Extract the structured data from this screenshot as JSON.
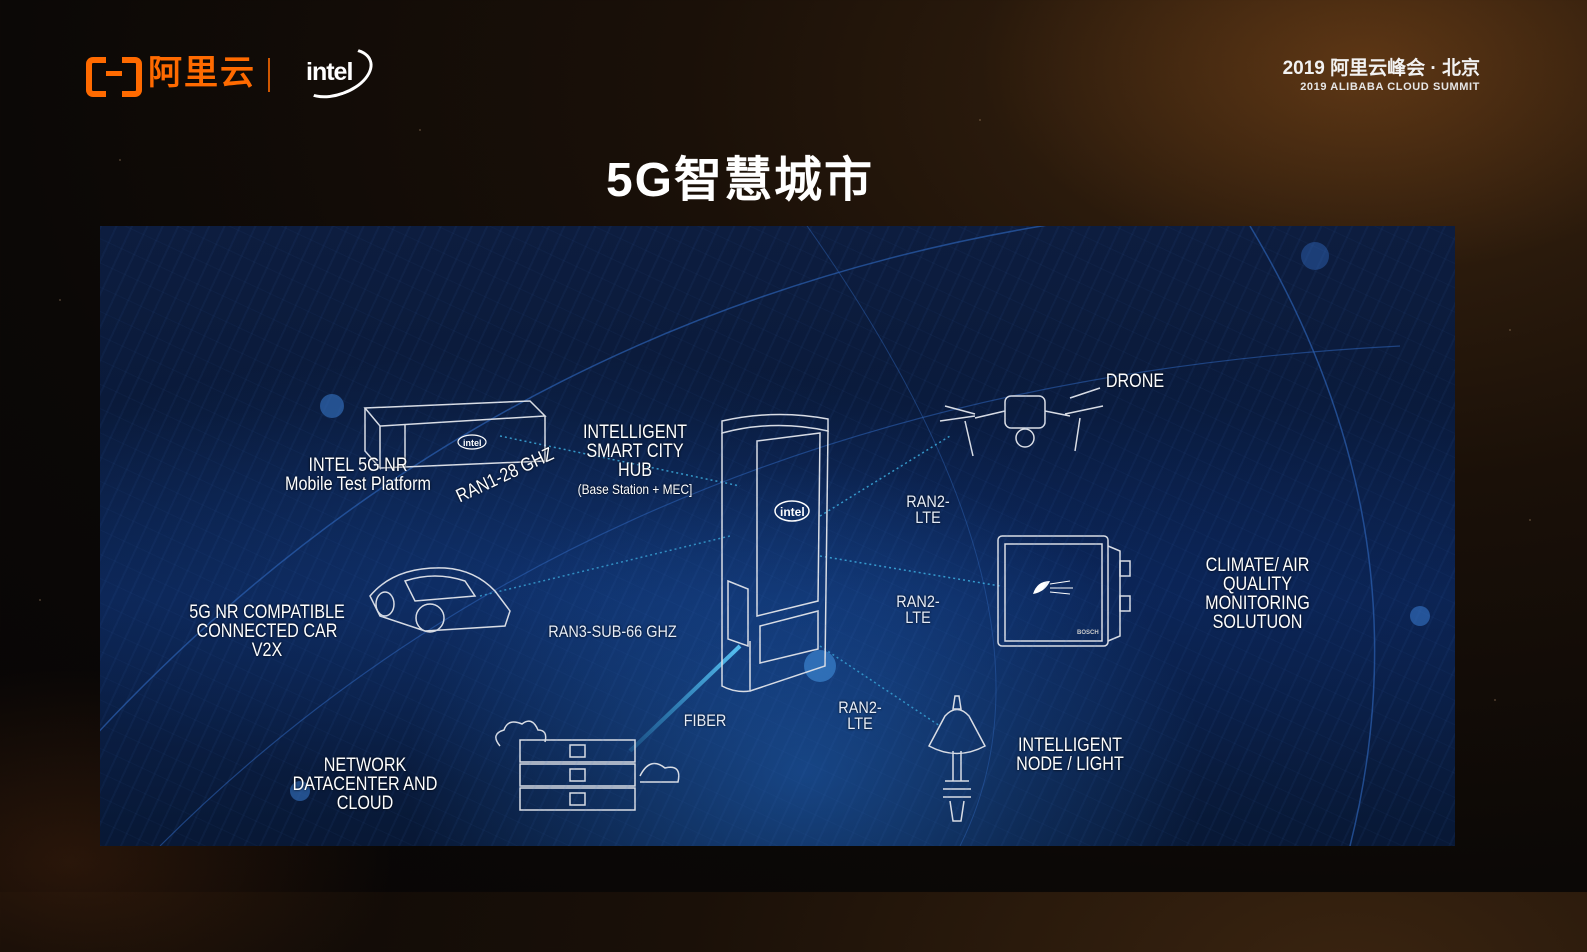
{
  "header": {
    "aliyun_logo_text": "阿里云",
    "intel_logo_text": "intel",
    "summit_cn": "2019 阿里云峰会 · 北京",
    "summit_en": "2019 ALIBABA CLOUD SUMMIT"
  },
  "slide": {
    "title": "5G智慧城市"
  },
  "diagram": {
    "nodes": {
      "mobile_test_platform": [
        "INTEL 5G NR",
        "Mobile Test Platform"
      ],
      "smart_city_hub": [
        "INTELLIGENT",
        "SMART CITY",
        "HUB"
      ],
      "smart_city_hub_sub": "(Base Station + MEC]",
      "drone": "DRONE",
      "connected_car": [
        "5G NR COMPATIBLE",
        "CONNECTED CAR",
        "V2X"
      ],
      "climate": [
        "CLIMATE/ AIR",
        "QUALITY",
        "MONITORING",
        "SOLUTUON"
      ],
      "datacenter": [
        "NETWORK",
        "DATACENTER AND",
        "CLOUD"
      ],
      "node_light": [
        "INTELLIGENT",
        "NODE / LIGHT"
      ]
    },
    "links": {
      "ran1": "RAN1-28 GHZ",
      "ran3": "RAN3-SUB-66 GHZ",
      "fiber": "FIBER",
      "ran2_drone": [
        "RAN2-",
        "LTE"
      ],
      "ran2_climate": [
        "RAN2-",
        "LTE"
      ],
      "ran2_light": [
        "RAN2-",
        "LTE"
      ]
    },
    "device_logos": {
      "hub_logo": "intel",
      "platform_logo": "intel",
      "climate_brand": "BOSCH"
    },
    "colors": {
      "panel_blue": "#0c2350",
      "link_cyan": "#3fb6e8",
      "brand_orange": "#ff6a00"
    }
  }
}
